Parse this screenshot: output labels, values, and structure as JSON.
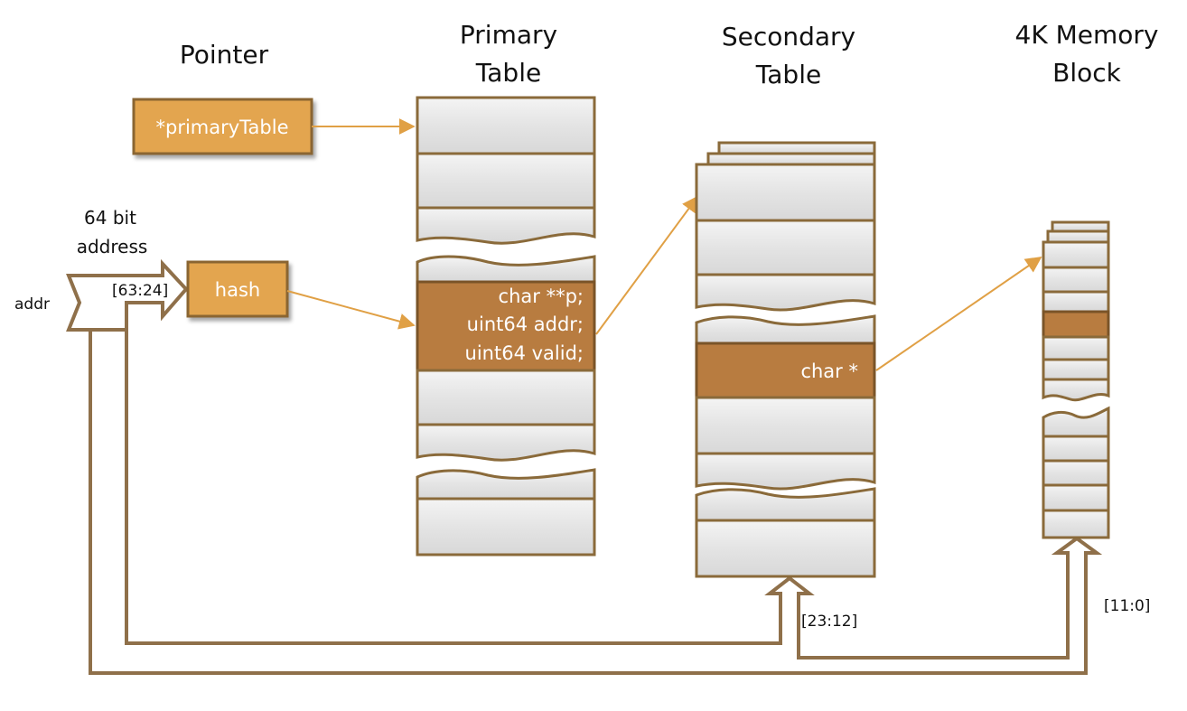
{
  "headers": {
    "pointer": "Pointer",
    "primary_line1": "Primary",
    "primary_line2": "Table",
    "secondary_line1": "Secondary",
    "secondary_line2": "Table",
    "memory_line1": "4K Memory",
    "memory_line2": "Block"
  },
  "pointer_box": {
    "label": "*primaryTable"
  },
  "hash_box": {
    "label": "hash"
  },
  "address": {
    "caption_line1": "64 bit",
    "caption_line2": "address",
    "input_label": "addr",
    "bits_high": "[63:24]",
    "bits_mid": "[23:12]",
    "bits_low": "[11:0]"
  },
  "primary_entry": {
    "line1": "char **p;",
    "line2": "uint64 addr;",
    "line3": "uint64 valid;"
  },
  "secondary_entry": {
    "label": "char *"
  },
  "colors": {
    "box_fill": "#e3a550",
    "highlight_cell": "#b87c40",
    "cell_fill": "#e6e6e6",
    "border": "#8a6a3a",
    "connector": "#e0a045",
    "bus": "#8f704a"
  }
}
